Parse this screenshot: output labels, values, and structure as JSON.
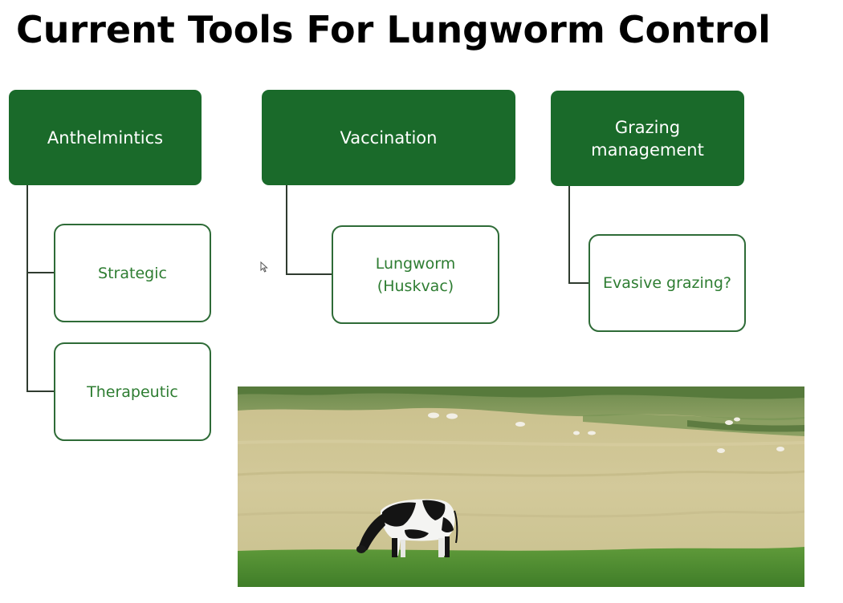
{
  "slide": {
    "title": "Current Tools For Lungworm Control"
  },
  "categories": [
    {
      "label": "Anthelmintics",
      "items": [
        "Strategic",
        "Therapeutic"
      ]
    },
    {
      "label": "Vaccination",
      "items": [
        "Lungworm\n(Huskvac)"
      ]
    },
    {
      "label": "Grazing\nmanagement",
      "items": [
        "Evasive grazing?"
      ]
    }
  ],
  "colors": {
    "category_fill": "#1a6a2a",
    "item_border": "#2e6b37",
    "item_text": "#2e7d32",
    "connector": "#2f3b2f"
  },
  "icons": {
    "cursor": "mouse-pointer-icon"
  }
}
